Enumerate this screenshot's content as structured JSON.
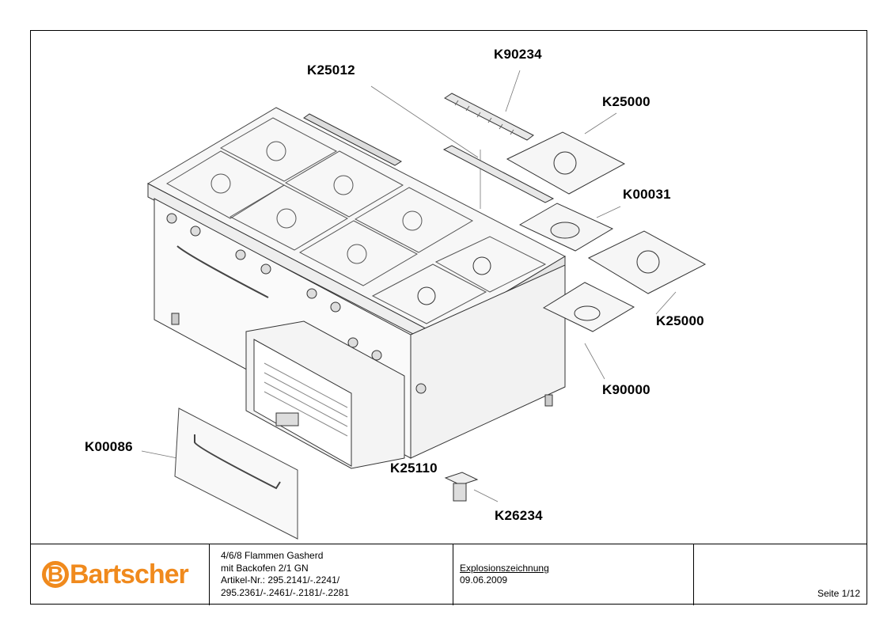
{
  "drawing": {
    "part_labels": [
      {
        "id": "k90234",
        "code": "K90234"
      },
      {
        "id": "k25012",
        "code": "K25012"
      },
      {
        "id": "k25000-top",
        "code": "K25000"
      },
      {
        "id": "k00031",
        "code": "K00031"
      },
      {
        "id": "k25000-mid",
        "code": "K25000"
      },
      {
        "id": "k90000",
        "code": "K90000"
      },
      {
        "id": "k00086",
        "code": "K00086"
      },
      {
        "id": "k25110",
        "code": "K25110"
      },
      {
        "id": "k26234",
        "code": "K26234"
      }
    ]
  },
  "title_block": {
    "logo_text": "Bartscher",
    "description_lines": [
      "4/6/8 Flammen Gasherd",
      "mit Backofen 2/1 GN",
      "Artikel-Nr.: 295.2141/-.2241/",
      "295.2361/-.2461/-.2181/-.2281"
    ],
    "doc_type": "Explosionszeichnung",
    "doc_date": "09.06.2009",
    "page": "Seite 1/12"
  }
}
